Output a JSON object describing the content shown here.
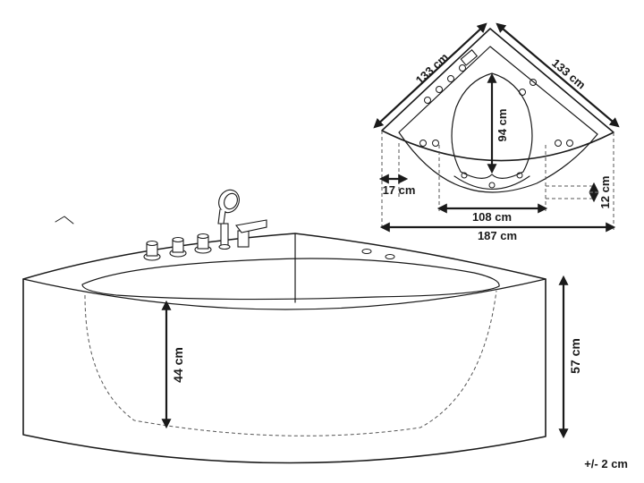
{
  "dimensions": {
    "top_side_left": "133 cm",
    "top_side_right": "133 cm",
    "inner_depth": "94 cm",
    "seat_width": "17 cm",
    "rim_height": "12 cm",
    "inner_width": "108 cm",
    "overall_width": "187 cm",
    "inner_height": "44 cm",
    "overall_height": "57 cm"
  },
  "tolerance": "+/- 2 cm",
  "colors": {
    "line": "#1a1a1a",
    "dashed": "#555555",
    "background": "#ffffff"
  }
}
